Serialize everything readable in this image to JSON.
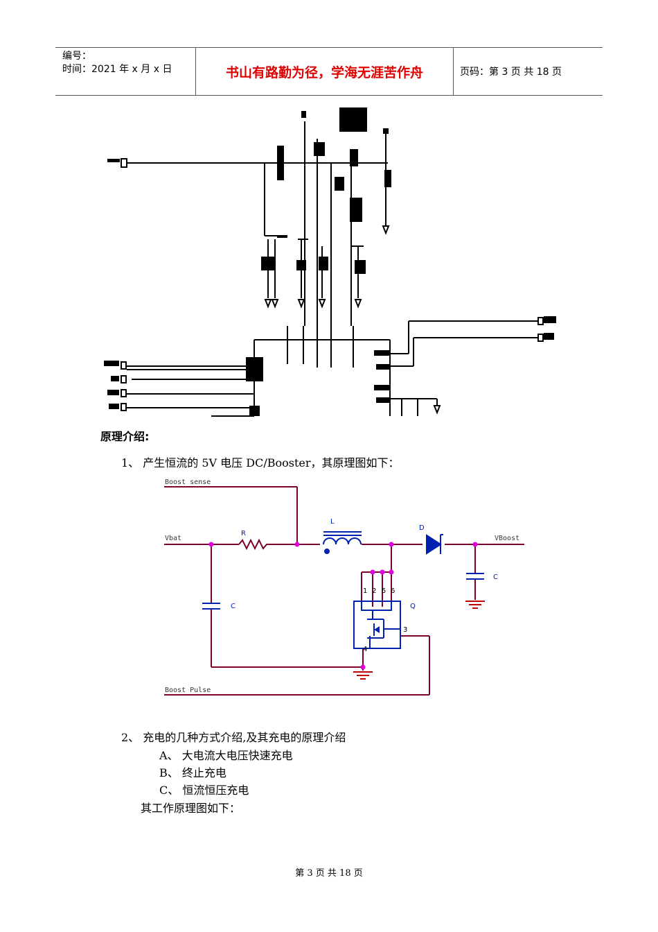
{
  "header": {
    "number_label": "编号：",
    "time_label": "时间：2021 年 x 月 x 日",
    "motto": "书山有路勤为径，学海无涯苦作舟",
    "page_info": "页码：第 3 页  共 18 页"
  },
  "section": {
    "title": "原理介绍:",
    "item1": "1、  产生恒流的 5V 电压 DC/Booster，其原理图如下：",
    "item2": "2、  充电的几种方式介绍,及其充电的原理介绍",
    "sub_a": "A、   大电流大电压快速充电",
    "sub_b": "B、          终止充电",
    "sub_c": "C、          恒流恒压充电",
    "closing": "其工作原理图如下："
  },
  "schematic": {
    "boost_sense": "Boost sense",
    "boost_pulse": "Boost Pulse",
    "vbat": "Vbat",
    "vboost": "VBoost",
    "r": "R",
    "l": "L",
    "d": "D",
    "c_left": "C",
    "c_right": "C",
    "q": "Q",
    "pin1": "1",
    "pin2": "2",
    "pin5": "5",
    "pin6": "6",
    "pin3": "3",
    "pin4": "4"
  },
  "footer": "第 3 页 共 18 页"
}
